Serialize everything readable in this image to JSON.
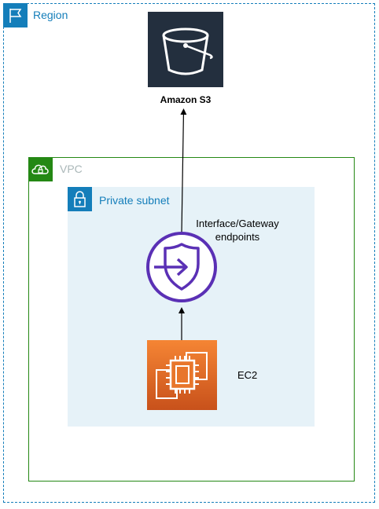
{
  "region": {
    "label": "Region",
    "color": "#147eba",
    "icon": "flag-icon"
  },
  "vpc": {
    "label": "VPC",
    "border_color": "#248814",
    "label_color": "#aab7b8",
    "icon": "cloud-lock-icon"
  },
  "subnet": {
    "label": "Private subnet",
    "color": "#147eba",
    "background": "#e6f2f8",
    "icon": "padlock-icon"
  },
  "s3": {
    "label": "Amazon S3",
    "tile_color": "#232f3e",
    "icon": "bucket-icon"
  },
  "endpoint": {
    "label_line1": "Interface/Gateway",
    "label_line2": "endpoints",
    "color": "#5a30b5",
    "icon": "shield-arrow-icon"
  },
  "ec2": {
    "label": "EC2",
    "gradient": [
      "#c8511b",
      "#f58534"
    ],
    "icon": "chip-icon"
  },
  "connections": [
    {
      "from": "EC2",
      "to": "Interface/Gateway endpoints"
    },
    {
      "from": "Interface/Gateway endpoints",
      "to": "Amazon S3"
    }
  ]
}
